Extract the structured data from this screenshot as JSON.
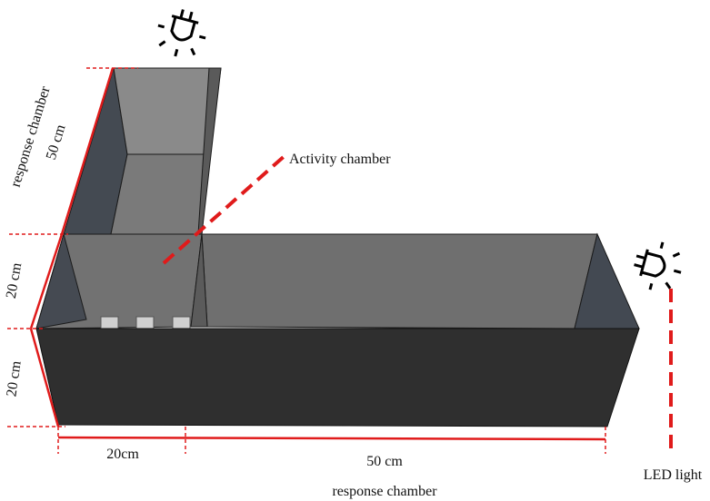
{
  "labels": {
    "activity": "Activity chamber",
    "response_vertical": "response chamber",
    "dim_50_vertical": "50 cm",
    "dim_20_upper": "20 cm",
    "dim_20_lower": "20 cm",
    "dim_20_bottom": "20cm",
    "dim_50_bottom": "50 cm",
    "response_bottom": "response chamber",
    "led": "LED light"
  },
  "colors": {
    "dimension_line": "#e01b1b",
    "pointer": "#e01b1b",
    "box_front": "#2f2f2f",
    "floor": "#6f6f6f",
    "inner_wall": "#7b7b7b",
    "end_wall": "#424850"
  }
}
